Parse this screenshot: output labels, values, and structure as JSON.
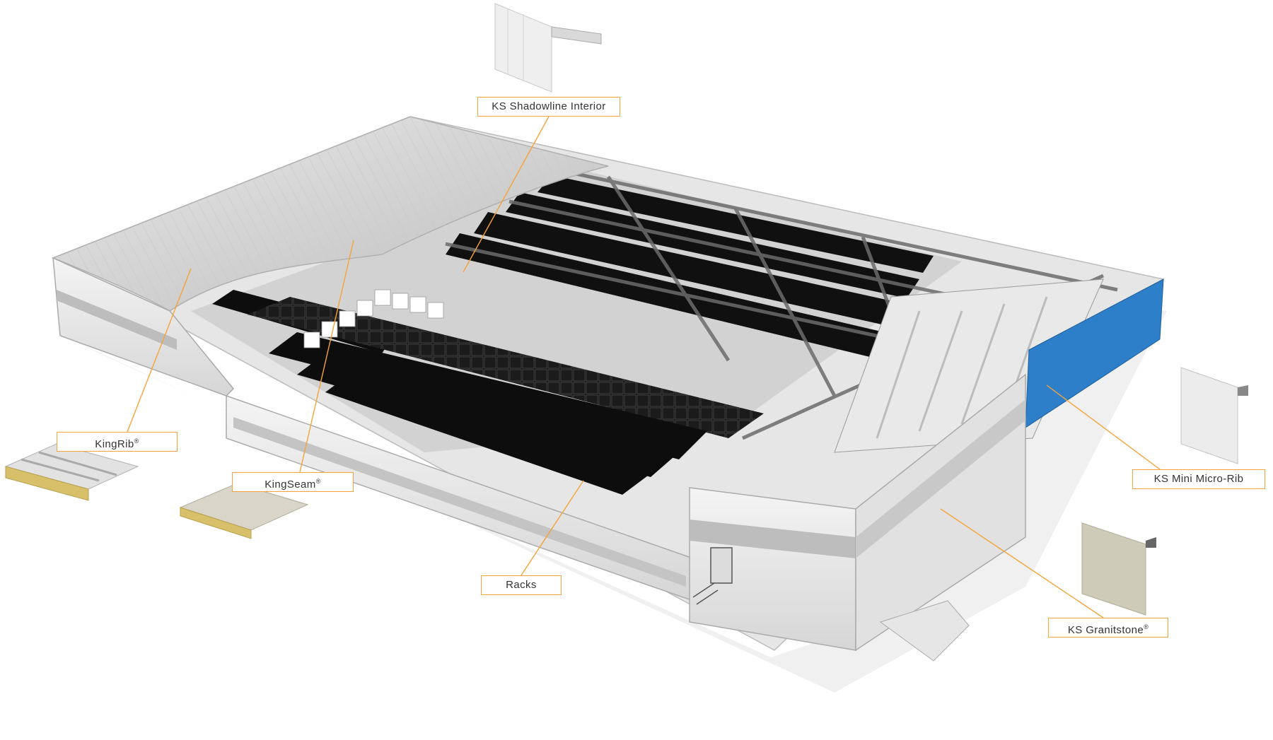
{
  "callouts": {
    "shadowline": "KS Shadowline Interior",
    "kingrib": "KingRib",
    "kingseam": "KingSeam",
    "racks": "Racks",
    "minirib": "KS Mini Micro-Rib",
    "granitstone": "KS Granitstone",
    "registered_mark": "®"
  },
  "colors": {
    "callout_border": "#f5a33a",
    "leader_line": "#f5a33a",
    "office_cladding": "#2e7fc9",
    "rack": "#111111",
    "roof": "#d9d9d9",
    "wall": "#eeeeee"
  }
}
